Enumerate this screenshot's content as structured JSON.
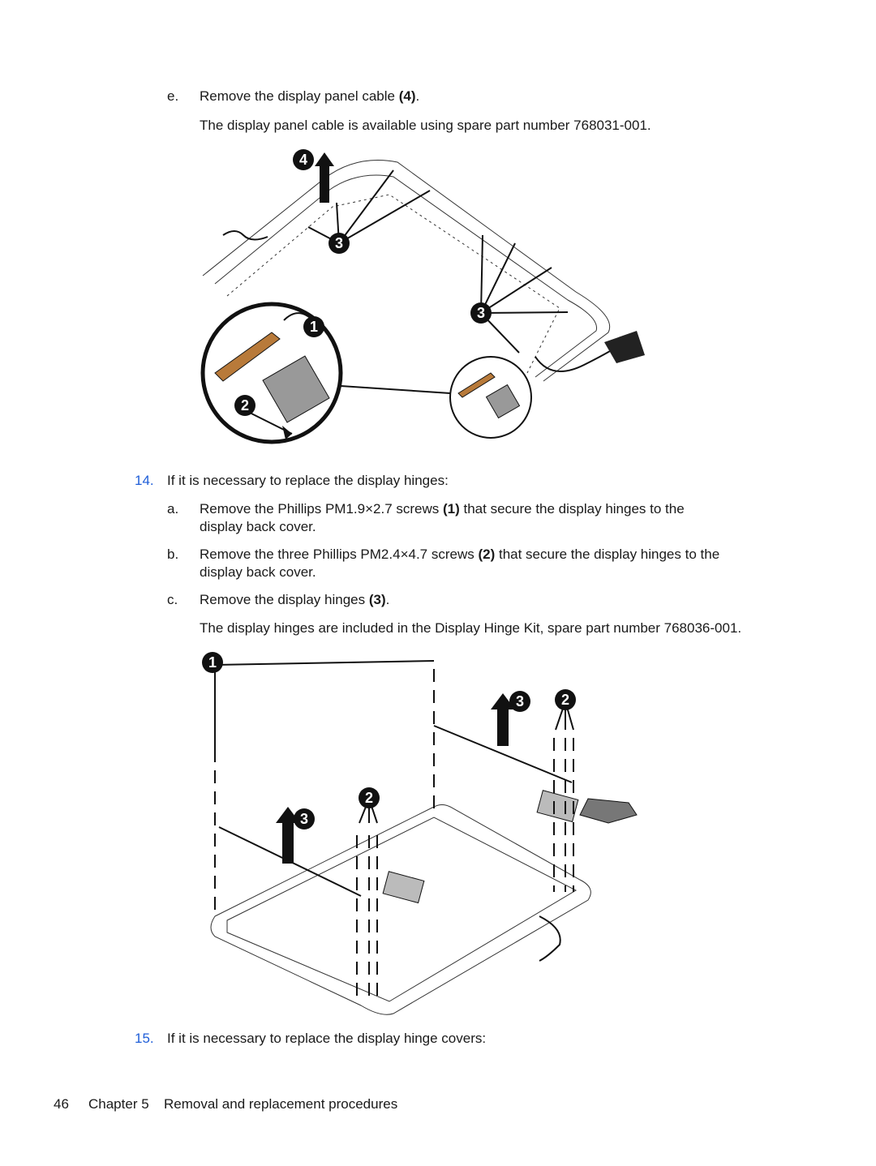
{
  "step_e": {
    "letter": "e.",
    "text_a": "Remove the display panel cable ",
    "ref": "(4)",
    "text_b": ".",
    "note": "The display panel cable is available using spare part number 768031-001."
  },
  "step_14": {
    "num": "14.",
    "text": "If it is necessary to replace the display hinges:",
    "a": {
      "letter": "a.",
      "text_a": "Remove the Phillips PM1.9×2.7 screws ",
      "ref": "(1)",
      "text_b": " that secure the display hinges to the",
      "line2": "display back cover."
    },
    "b": {
      "letter": "b.",
      "text_a": "Remove the three Phillips PM2.4×4.7 screws ",
      "ref": "(2)",
      "text_b": " that secure the display hinges to the",
      "line2": "display back cover."
    },
    "c": {
      "letter": "c.",
      "text_a": "Remove the display hinges ",
      "ref": "(3)",
      "text_b": ".",
      "note": "The display hinges are included in the Display Hinge Kit, spare part number 768036-001."
    }
  },
  "step_15": {
    "num": "15.",
    "text": "If it is necessary to replace the display hinge covers:"
  },
  "footer": {
    "page": "46",
    "chapter": "Chapter 5",
    "title": "Removal and replacement procedures"
  },
  "figure1": {
    "callouts": {
      "c1": "1",
      "c2": "2",
      "c3a": "3",
      "c3b": "3",
      "c4": "4"
    }
  },
  "figure2": {
    "callouts": {
      "c1": "1",
      "c2a": "2",
      "c2b": "2",
      "c3a": "3",
      "c3b": "3"
    }
  }
}
